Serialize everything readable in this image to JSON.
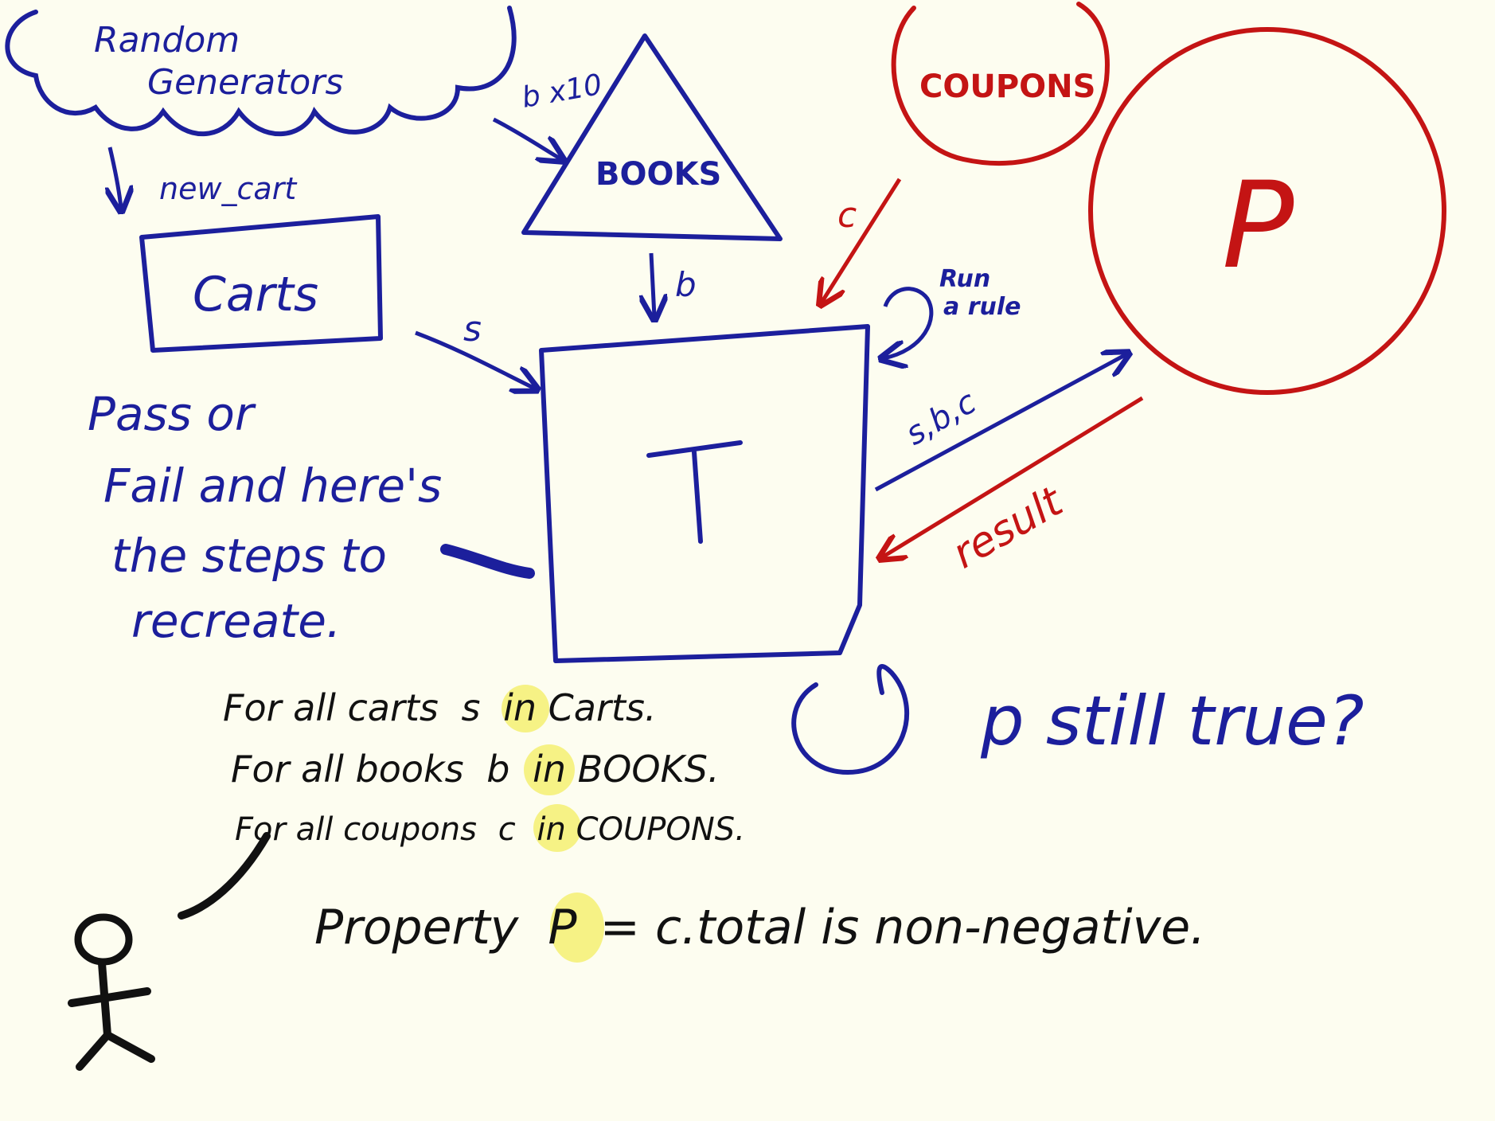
{
  "colors": {
    "background": "#fdfdf0",
    "blue": "#1c1f9c",
    "red": "#c41414",
    "black": "#111111",
    "highlight": "#f6f285"
  },
  "diagram": {
    "cloud_label_line1": "Random",
    "cloud_label_line2": "Generators",
    "new_cart_label": "new_cart",
    "carts_label": "Carts",
    "books_label": "BOOKS",
    "books_arrow_label": "b x10",
    "books_down_label": "b",
    "carts_arrow_label": "s",
    "coupons_label": "COUPONS",
    "coupons_arrow_label": "c",
    "p_label": "P",
    "t_label": "T",
    "run_rule_line1": "Run",
    "run_rule_line2": "a rule",
    "sbc_label": "s,b,c",
    "result_label": "result",
    "pass_fail_line1": "Pass or",
    "pass_fail_line2": "Fail and here's",
    "pass_fail_line3": "the steps to",
    "pass_fail_line4": "recreate.",
    "p_still_true": "p still true?"
  },
  "statements": {
    "line1_prefix": "For all carts",
    "line1_var": "s",
    "line1_suffix": "in Carts.",
    "line2_prefix": "For all books",
    "line2_var": "b",
    "line2_suffix": "in BOOKS.",
    "line3_prefix": "For all coupons",
    "line3_var": "c",
    "line3_suffix": "in COUPONS.",
    "property_prefix": "Property",
    "property_var": "P",
    "property_suffix": "= c.total is non-negative."
  }
}
